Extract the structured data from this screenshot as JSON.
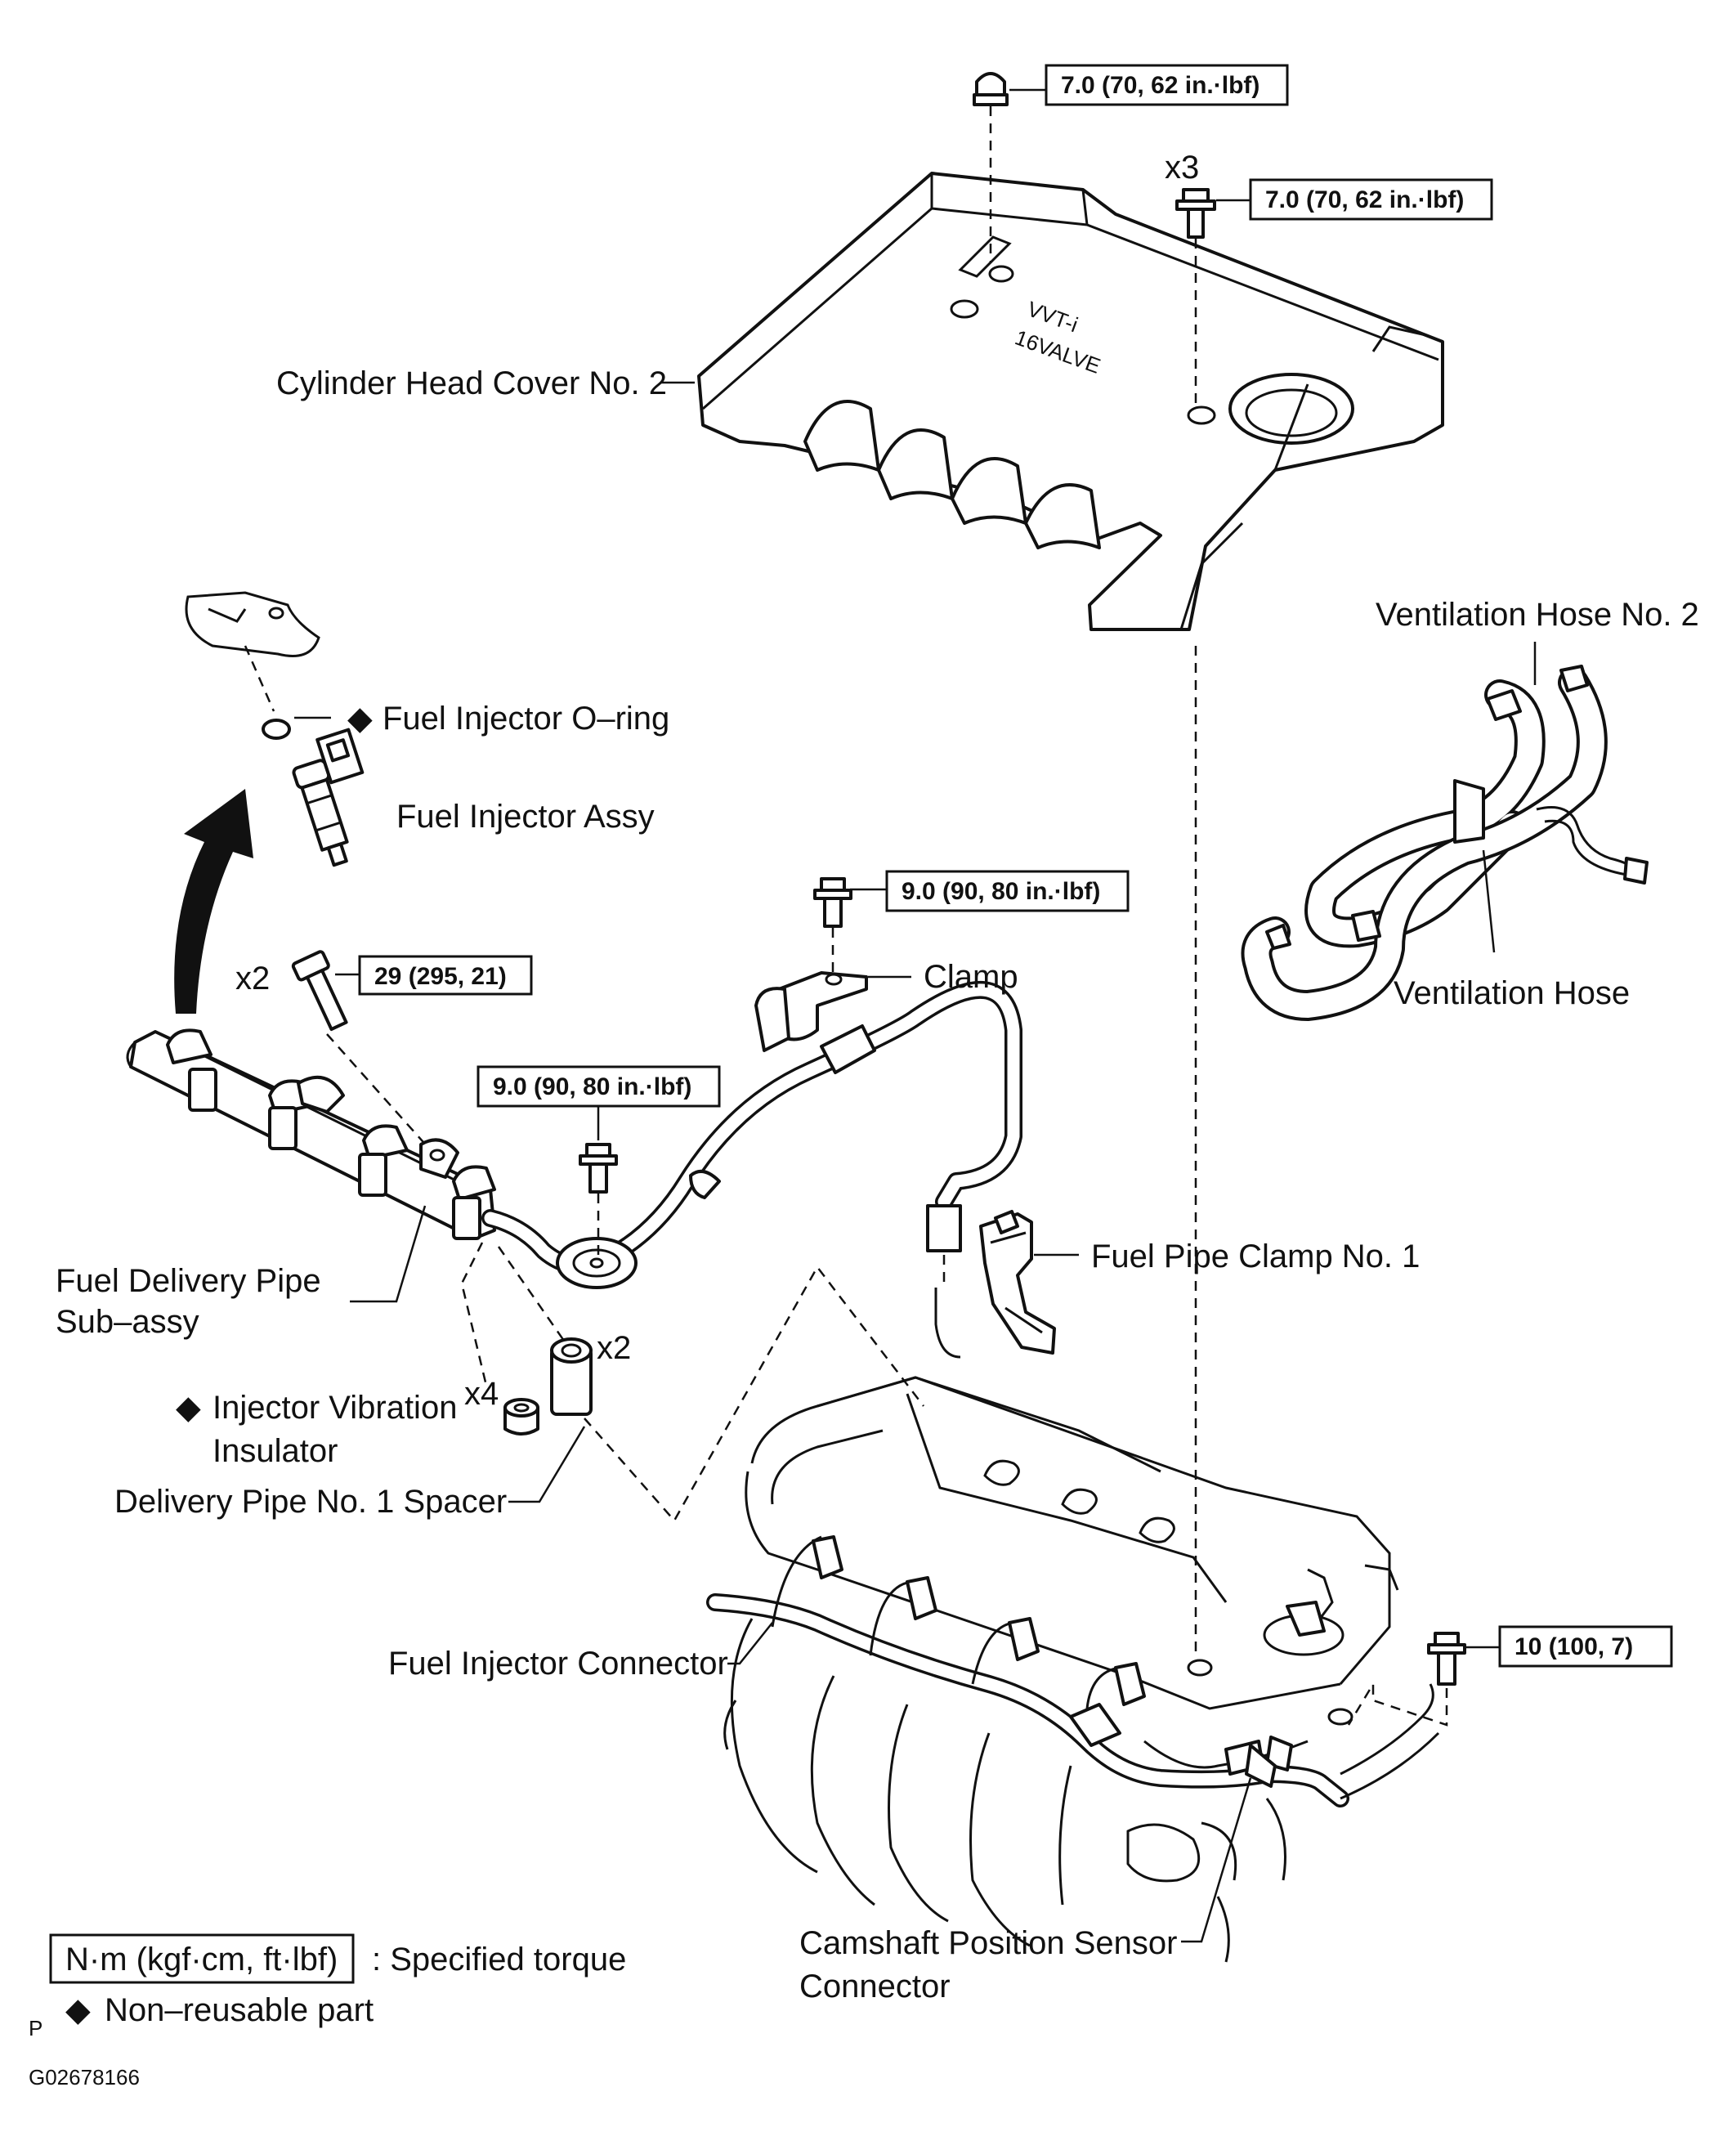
{
  "labels": {
    "cylinder_head_cover": "Cylinder Head Cover No. 2",
    "fuel_injector_oring": "Fuel Injector O–ring",
    "fuel_injector_assy": "Fuel Injector Assy",
    "clamp": "Clamp",
    "fuel_delivery_pipe_line1": "Fuel Delivery Pipe",
    "fuel_delivery_pipe_line2": "Sub–assy",
    "injector_vibration_insulator_line1": "Injector Vibration",
    "injector_vibration_insulator_line2": "Insulator",
    "delivery_pipe_spacer": "Delivery Pipe No. 1 Spacer",
    "fuel_pipe_clamp": "Fuel Pipe Clamp No. 1",
    "ventilation_hose_2": "Ventilation Hose No. 2",
    "ventilation_hose": "Ventilation Hose",
    "fuel_injector_connector": "Fuel Injector Connector",
    "camshaft_sensor_line1": "Camshaft Position Sensor",
    "camshaft_sensor_line2": "Connector",
    "cover_embossing_1": "VVT-i",
    "cover_embossing_2": "16VALVE"
  },
  "torques": {
    "cover_nut": "7.0 (70, 62 in.·lbf)",
    "cover_bolt": "7.0 (70, 62 in.·lbf)",
    "clamp_bolt": "9.0 (90, 80 in.·lbf)",
    "pipe_bolt": "9.0 (90, 80 in.·lbf)",
    "delivery_pipe_bolt": "29 (295, 21)",
    "bracket_bolt": "10 (100, 7)"
  },
  "quantities": {
    "cover_bolt": "x3",
    "delivery_pipe_bolt": "x2",
    "spacer": "x2",
    "insulator": "x4"
  },
  "legend": {
    "torque_format": "N·m (kgf·cm, ft·lbf)",
    "torque_text": ": Specified torque",
    "non_reusable_text": "Non–reusable part",
    "diamond_symbol": "◆"
  },
  "footer": {
    "page_mark": "P",
    "figure_code": "G02678166"
  }
}
